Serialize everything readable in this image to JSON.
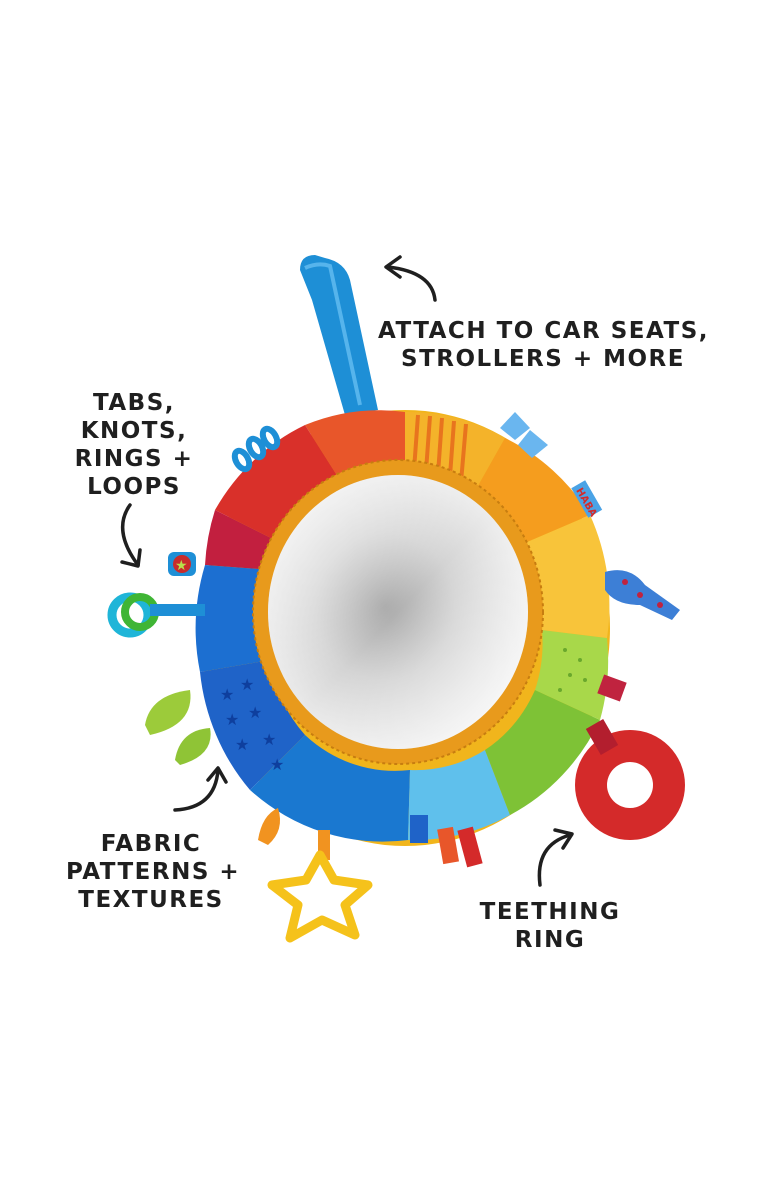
{
  "product": {
    "brand_tag": "HABA",
    "description": "Rainbow fabric ring toy with central mirror and attached accessories"
  },
  "callouts": {
    "attach": {
      "lines": [
        "ATTACH TO CAR SEATS,",
        "STROLLERS + MORE"
      ]
    },
    "tabs": {
      "lines": [
        "TABS,",
        "KNOTS,",
        "RINGS +",
        "LOOPS"
      ]
    },
    "fabric": {
      "lines": [
        "FABRIC",
        "PATTERNS +",
        "TEXTURES"
      ]
    },
    "teething": {
      "lines": [
        "TEETHING",
        "RING"
      ]
    }
  },
  "colors": {
    "background": "#ffffff",
    "text": "#1f1f1f",
    "strap": "#1e8fd6",
    "mirror_rim": "#e89a1c",
    "mirror": "#d6d6d6",
    "teething_ring": "#d42a2a",
    "star_ring": "#f5c21b"
  }
}
